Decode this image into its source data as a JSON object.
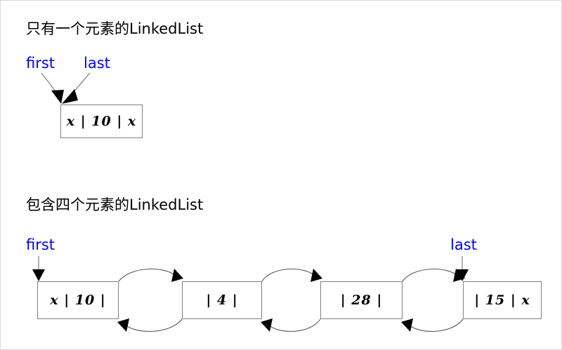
{
  "diagram": {
    "background_color": "#ffffff",
    "pointer_color": "#0000ff",
    "node_border_color": "#808080",
    "arrow_color": "#000000",
    "sections": [
      {
        "id": "single",
        "title": "只有一个元素的LinkedList",
        "pointers": [
          {
            "name": "first",
            "label": "first",
            "target_node": 0
          },
          {
            "name": "last",
            "label": "last",
            "target_node": 0
          }
        ],
        "nodes": [
          {
            "text": "x | 10 | x",
            "prev": "x",
            "value": "10",
            "next": "x"
          }
        ]
      },
      {
        "id": "four",
        "title": "包含四个元素的LinkedList",
        "pointers": [
          {
            "name": "first",
            "label": "first",
            "target_node": 0
          },
          {
            "name": "last",
            "label": "last",
            "target_node": 3
          }
        ],
        "nodes": [
          {
            "text": "x | 10 |",
            "prev": "x",
            "value": "10",
            "next": ""
          },
          {
            "text": "| 4 |",
            "prev": "",
            "value": "4",
            "next": ""
          },
          {
            "text": "| 28 |",
            "prev": "",
            "value": "28",
            "next": ""
          },
          {
            "text": "| 15 | x",
            "prev": "",
            "value": "15",
            "next": "x"
          }
        ]
      }
    ]
  }
}
